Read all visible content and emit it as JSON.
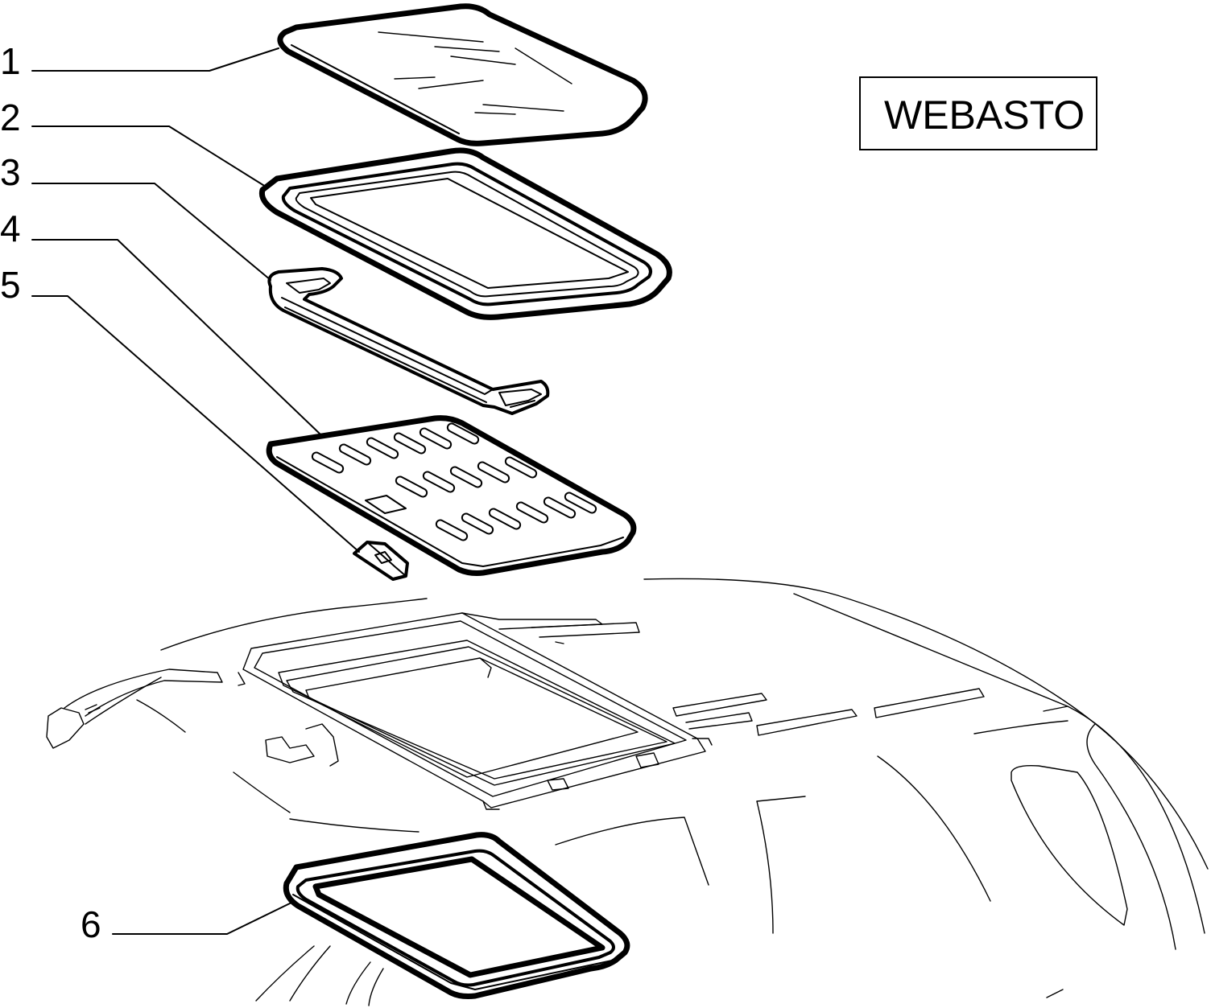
{
  "brand_label": "WEBASTO",
  "callouts": [
    {
      "id": "1",
      "part": "glass-panel"
    },
    {
      "id": "2",
      "part": "frame-seal"
    },
    {
      "id": "3",
      "part": "deflector"
    },
    {
      "id": "4",
      "part": "sunshade-panel"
    },
    {
      "id": "5",
      "part": "handle"
    },
    {
      "id": "6",
      "part": "inner-trim-frame"
    }
  ],
  "colors": {
    "ink": "#000000",
    "paper": "#ffffff"
  }
}
